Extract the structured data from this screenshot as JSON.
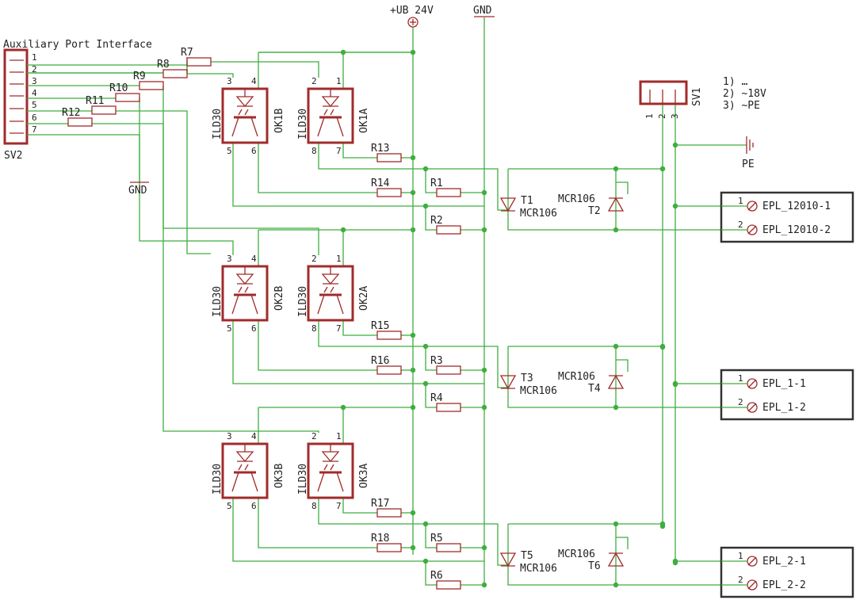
{
  "header": {
    "title": "Auxiliary Port Interface",
    "supply": "+UB 24V",
    "gnd_top": "GND"
  },
  "sv2": {
    "name": "SV2",
    "pins": [
      "1",
      "2",
      "3",
      "4",
      "5",
      "6",
      "7"
    ],
    "gnd_label": "GND"
  },
  "sv1": {
    "name": "SV1",
    "pins": [
      "1",
      "2",
      "3"
    ],
    "legend": [
      "1) …",
      "2) ~18V",
      "3) ~PE"
    ],
    "pe_label": "PE"
  },
  "resistors": {
    "input": [
      "R7",
      "R8",
      "R9",
      "R10",
      "R11",
      "R12"
    ],
    "output_a": [
      "R13",
      "R15",
      "R17"
    ],
    "output_b": [
      "R14",
      "R16",
      "R18"
    ],
    "gate_a": [
      "R1",
      "R3",
      "R5"
    ],
    "gate_b": [
      "R2",
      "R4",
      "R6"
    ]
  },
  "opto": {
    "part": "ILD30",
    "names": [
      [
        "OK1B",
        "OK1A"
      ],
      [
        "OK2B",
        "OK2A"
      ],
      [
        "OK3B",
        "OK3A"
      ]
    ],
    "pins_b": {
      "anode": "3",
      "cathode": "4",
      "emitter": "5",
      "collector": "6"
    },
    "pins_a": {
      "anode": "2",
      "cathode": "1",
      "emitter": "8",
      "collector": "7"
    }
  },
  "thyristors": {
    "left": [
      "T1",
      "T3",
      "T5"
    ],
    "right": [
      "T2",
      "T4",
      "T6"
    ],
    "part": "MCR106"
  },
  "outputs": [
    {
      "p1": "1",
      "p2": "2",
      "l1": "EPL_12010-1",
      "l2": "EPL_12010-2"
    },
    {
      "p1": "1",
      "p2": "2",
      "l1": "EPL_1-1",
      "l2": "EPL_1-2"
    },
    {
      "p1": "1",
      "p2": "2",
      "l1": "EPL_2-1",
      "l2": "EPL_2-2"
    }
  ],
  "colors": {
    "wire": "#3fae3f",
    "part": "#a12b2b",
    "text": "#222222",
    "box": "#333333"
  }
}
